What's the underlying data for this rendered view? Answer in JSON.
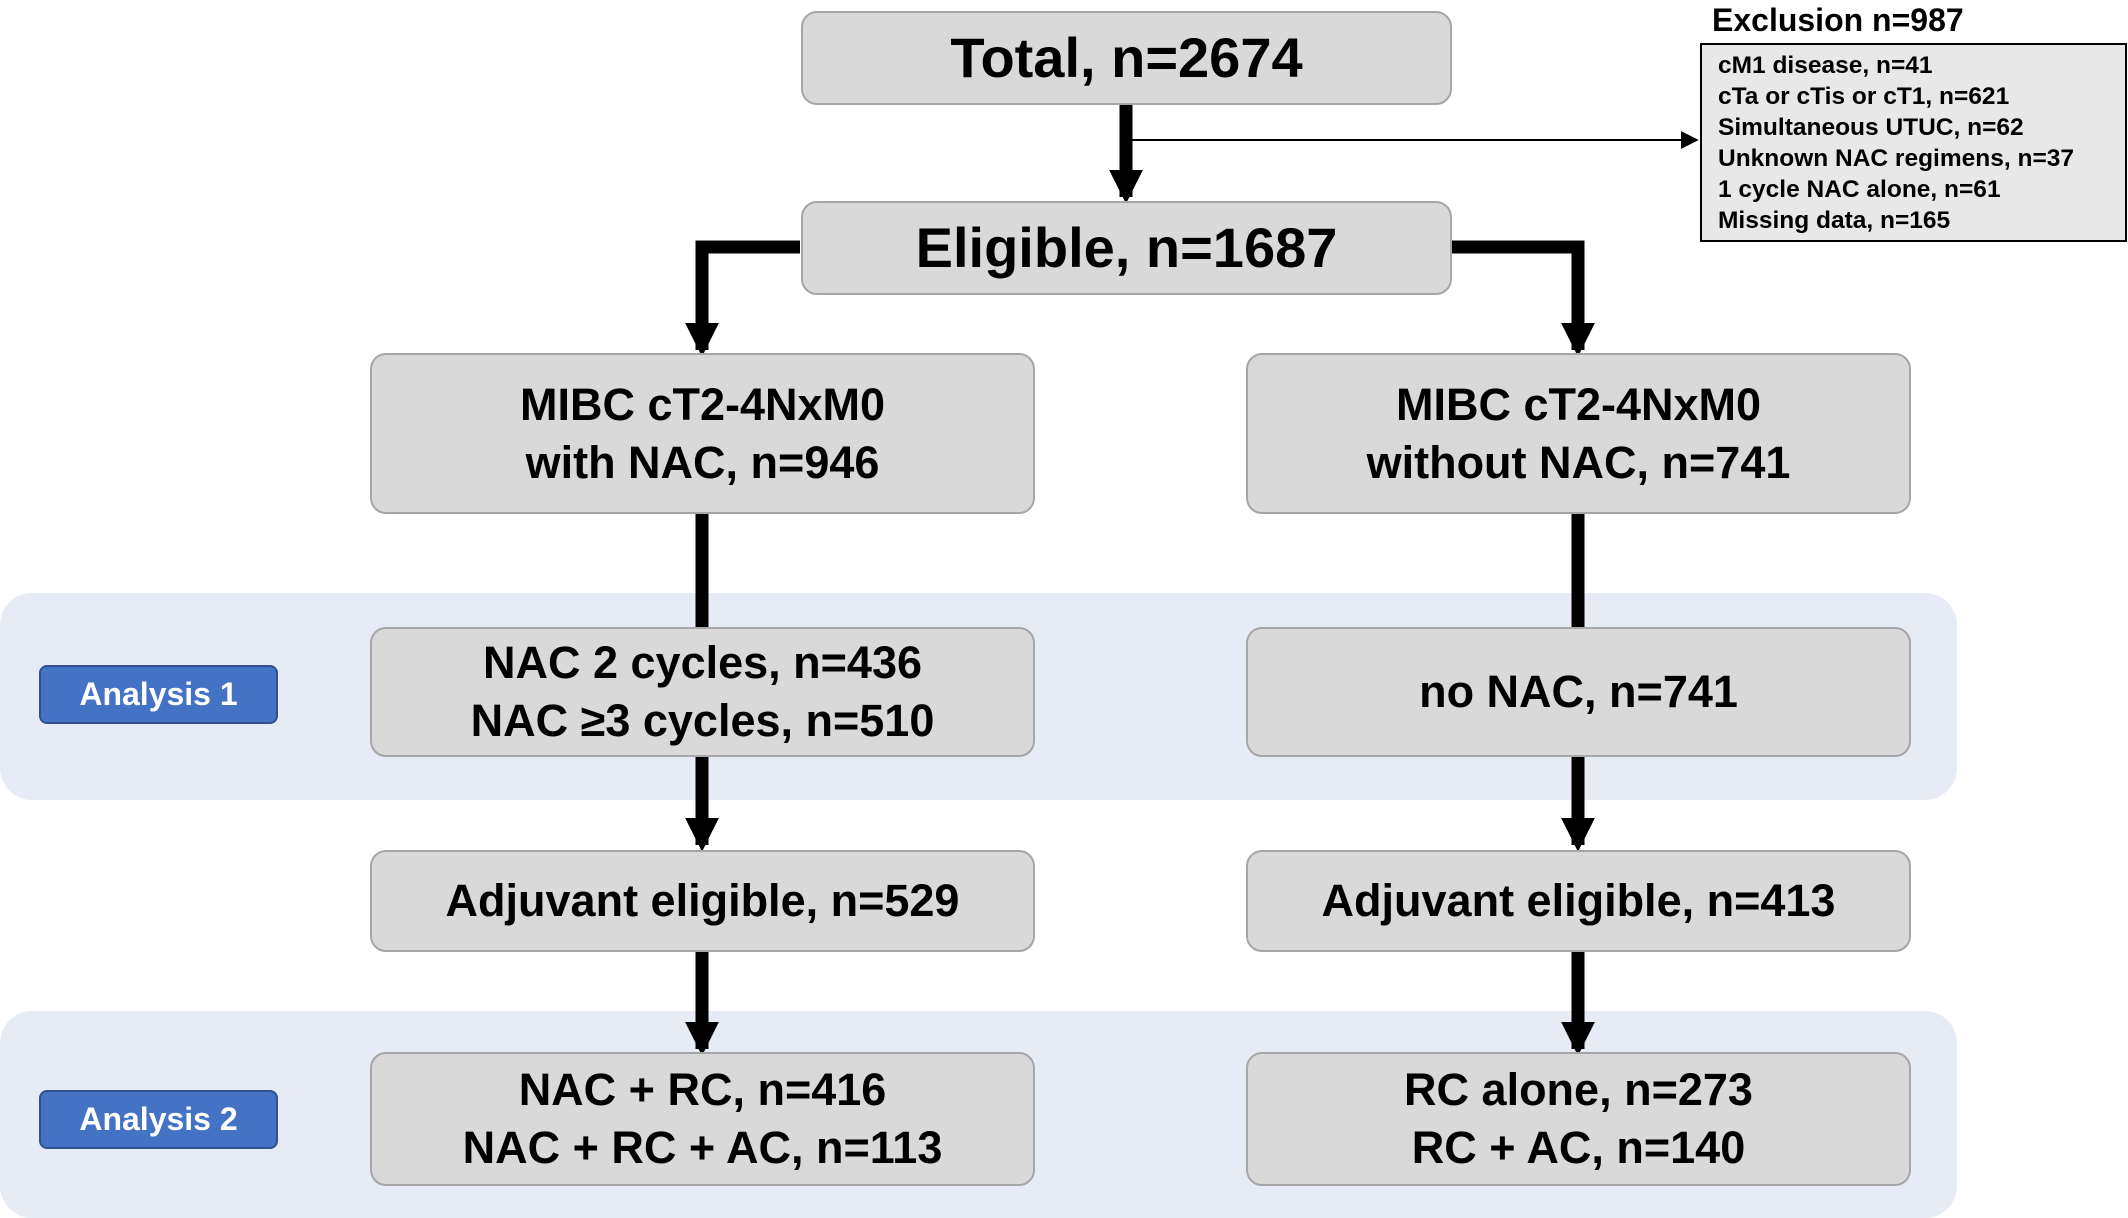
{
  "total": "Total, n=2674",
  "eligible": "Eligible, n=1687",
  "exclusion": {
    "title": "Exclusion n=987",
    "items": [
      "cM1 disease, n=41",
      "cTa or cTis or cT1, n=621",
      "Simultaneous UTUC, n=62",
      "Unknown NAC regimens, n=37",
      "1 cycle NAC alone, n=61",
      "Missing data, n=165"
    ]
  },
  "left": {
    "cohort": [
      "MIBC cT2-4NxM0",
      "with NAC, n=946"
    ],
    "cycles": [
      "NAC 2 cycles, n=436",
      "NAC ≥3 cycles, n=510"
    ],
    "adjuvant": "Adjuvant eligible, n=529",
    "treatment": [
      "NAC + RC, n=416",
      "NAC + RC + AC, n=113"
    ]
  },
  "right": {
    "cohort": [
      "MIBC cT2-4NxM0",
      "without NAC, n=741"
    ],
    "cycles": "no NAC, n=741",
    "adjuvant": "Adjuvant eligible, n=413",
    "treatment": [
      "RC alone, n=273",
      "RC + AC, n=140"
    ]
  },
  "analysis": {
    "one": "Analysis 1",
    "two": "Analysis 2"
  },
  "colors": {
    "box_fill": "#d9d9d9",
    "band_fill": "#e6ebf6",
    "tag_fill": "#4472c4",
    "arrow": "#000000"
  }
}
